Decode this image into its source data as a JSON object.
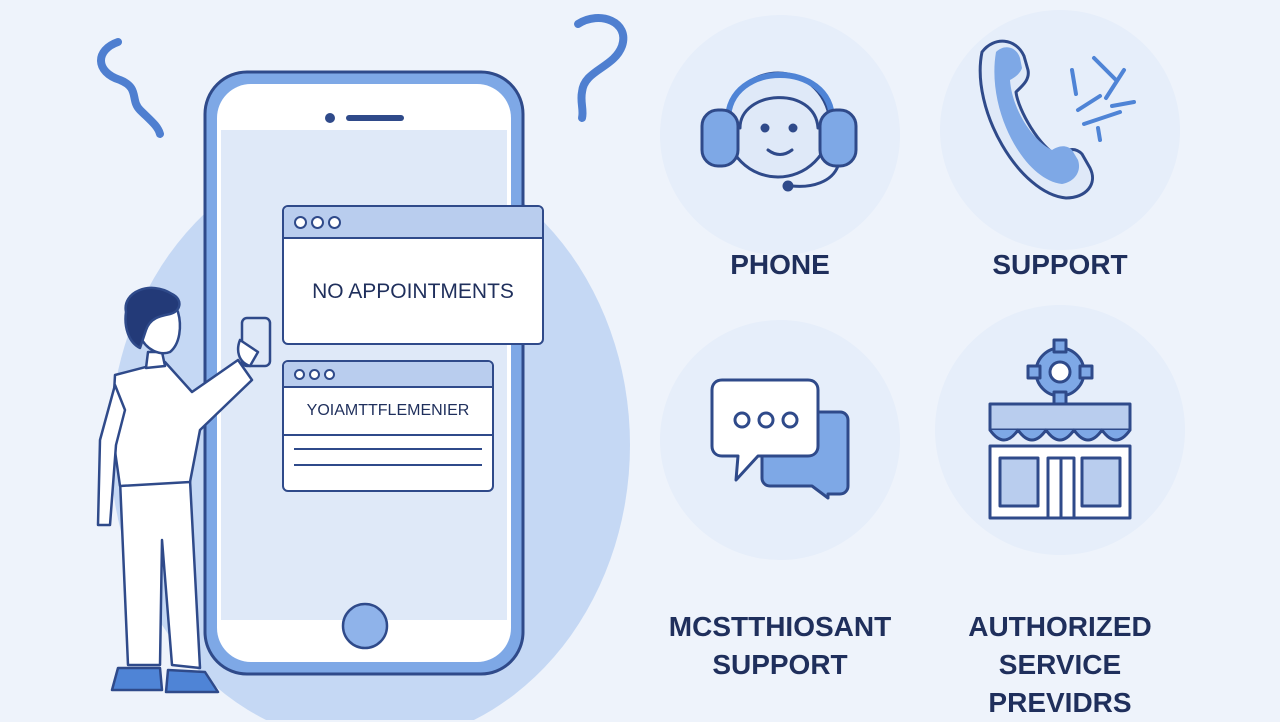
{
  "phone_screen": {
    "popup_main": {
      "text": "NO APPOINTMENTS"
    },
    "popup_secondary": {
      "text": "YOIAMTTFLEMENIER"
    }
  },
  "options": [
    {
      "id": "phone",
      "label_lines": [
        "PHONE"
      ],
      "icon": "headset-agent-icon"
    },
    {
      "id": "support",
      "label_lines": [
        "SUPPORT"
      ],
      "icon": "phone-handset-icon"
    },
    {
      "id": "chat",
      "label_lines": [
        "MCSTTHIOSANT",
        "SUPPORT"
      ],
      "icon": "chat-bubbles-icon"
    },
    {
      "id": "service",
      "label_lines": [
        "AUTHORIZED",
        "SERVICE",
        "PREVIDRS"
      ],
      "icon": "storefront-gear-icon"
    }
  ],
  "colors": {
    "background": "#eef3fb",
    "accent_blue": "#4f84d6",
    "light_blue": "#a9c6ef",
    "navy_text": "#1f2f5c",
    "outline": "#2f4a8a"
  }
}
